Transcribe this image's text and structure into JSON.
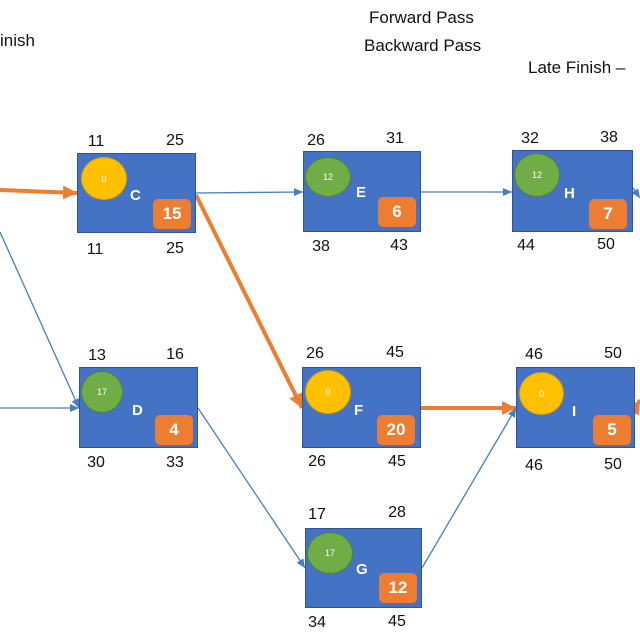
{
  "header": {
    "finish_fragment": "inish",
    "forward_pass": "Forward Pass",
    "backward_pass": "Backward Pass",
    "late_finish": "Late Finish –"
  },
  "colors": {
    "node": "#4472c4",
    "critical_path": "#ed7d31",
    "regular_path": "#4a7ebb",
    "slack_zero": "#ffc000",
    "slack_positive": "#70ad47",
    "duration_badge": "#ed7d31"
  },
  "nodes": {
    "C": {
      "letter": "C",
      "slack": "0",
      "duration": "15",
      "es": "11",
      "ef": "25",
      "ls": "11",
      "lf": "25"
    },
    "D": {
      "letter": "D",
      "slack": "17",
      "duration": "4",
      "es": "13",
      "ef": "16",
      "ls": "30",
      "lf": "33"
    },
    "E": {
      "letter": "E",
      "slack": "12",
      "duration": "6",
      "es": "26",
      "ef": "31",
      "ls": "38",
      "lf": "43"
    },
    "F": {
      "letter": "F",
      "slack": "0",
      "duration": "20",
      "es": "26",
      "ef": "45",
      "ls": "26",
      "lf": "45"
    },
    "G": {
      "letter": "G",
      "slack": "17",
      "duration": "12",
      "es": "17",
      "ef": "28",
      "ls": "34",
      "lf": "45"
    },
    "H": {
      "letter": "H",
      "slack": "12",
      "duration": "7",
      "es": "32",
      "ef": "38",
      "ls": "44",
      "lf": "50"
    },
    "I": {
      "letter": "I",
      "slack": "0",
      "duration": "5",
      "es": "46",
      "ef": "50",
      "ls": "46",
      "lf": "50"
    }
  },
  "edges": [
    {
      "from": "off-left-top",
      "to": "C",
      "critical": true
    },
    {
      "from": "off-left-top",
      "to": "D",
      "critical": false
    },
    {
      "from": "off-left-mid",
      "to": "D",
      "critical": false
    },
    {
      "from": "C",
      "to": "E",
      "critical": false
    },
    {
      "from": "C",
      "to": "F",
      "critical": true
    },
    {
      "from": "D",
      "to": "G",
      "critical": false
    },
    {
      "from": "E",
      "to": "H",
      "critical": false
    },
    {
      "from": "F",
      "to": "I",
      "critical": true
    },
    {
      "from": "G",
      "to": "I",
      "critical": false
    },
    {
      "from": "H",
      "to": "off-right-top",
      "critical": false
    },
    {
      "from": "I",
      "to": "off-right-mid",
      "critical": true
    }
  ]
}
